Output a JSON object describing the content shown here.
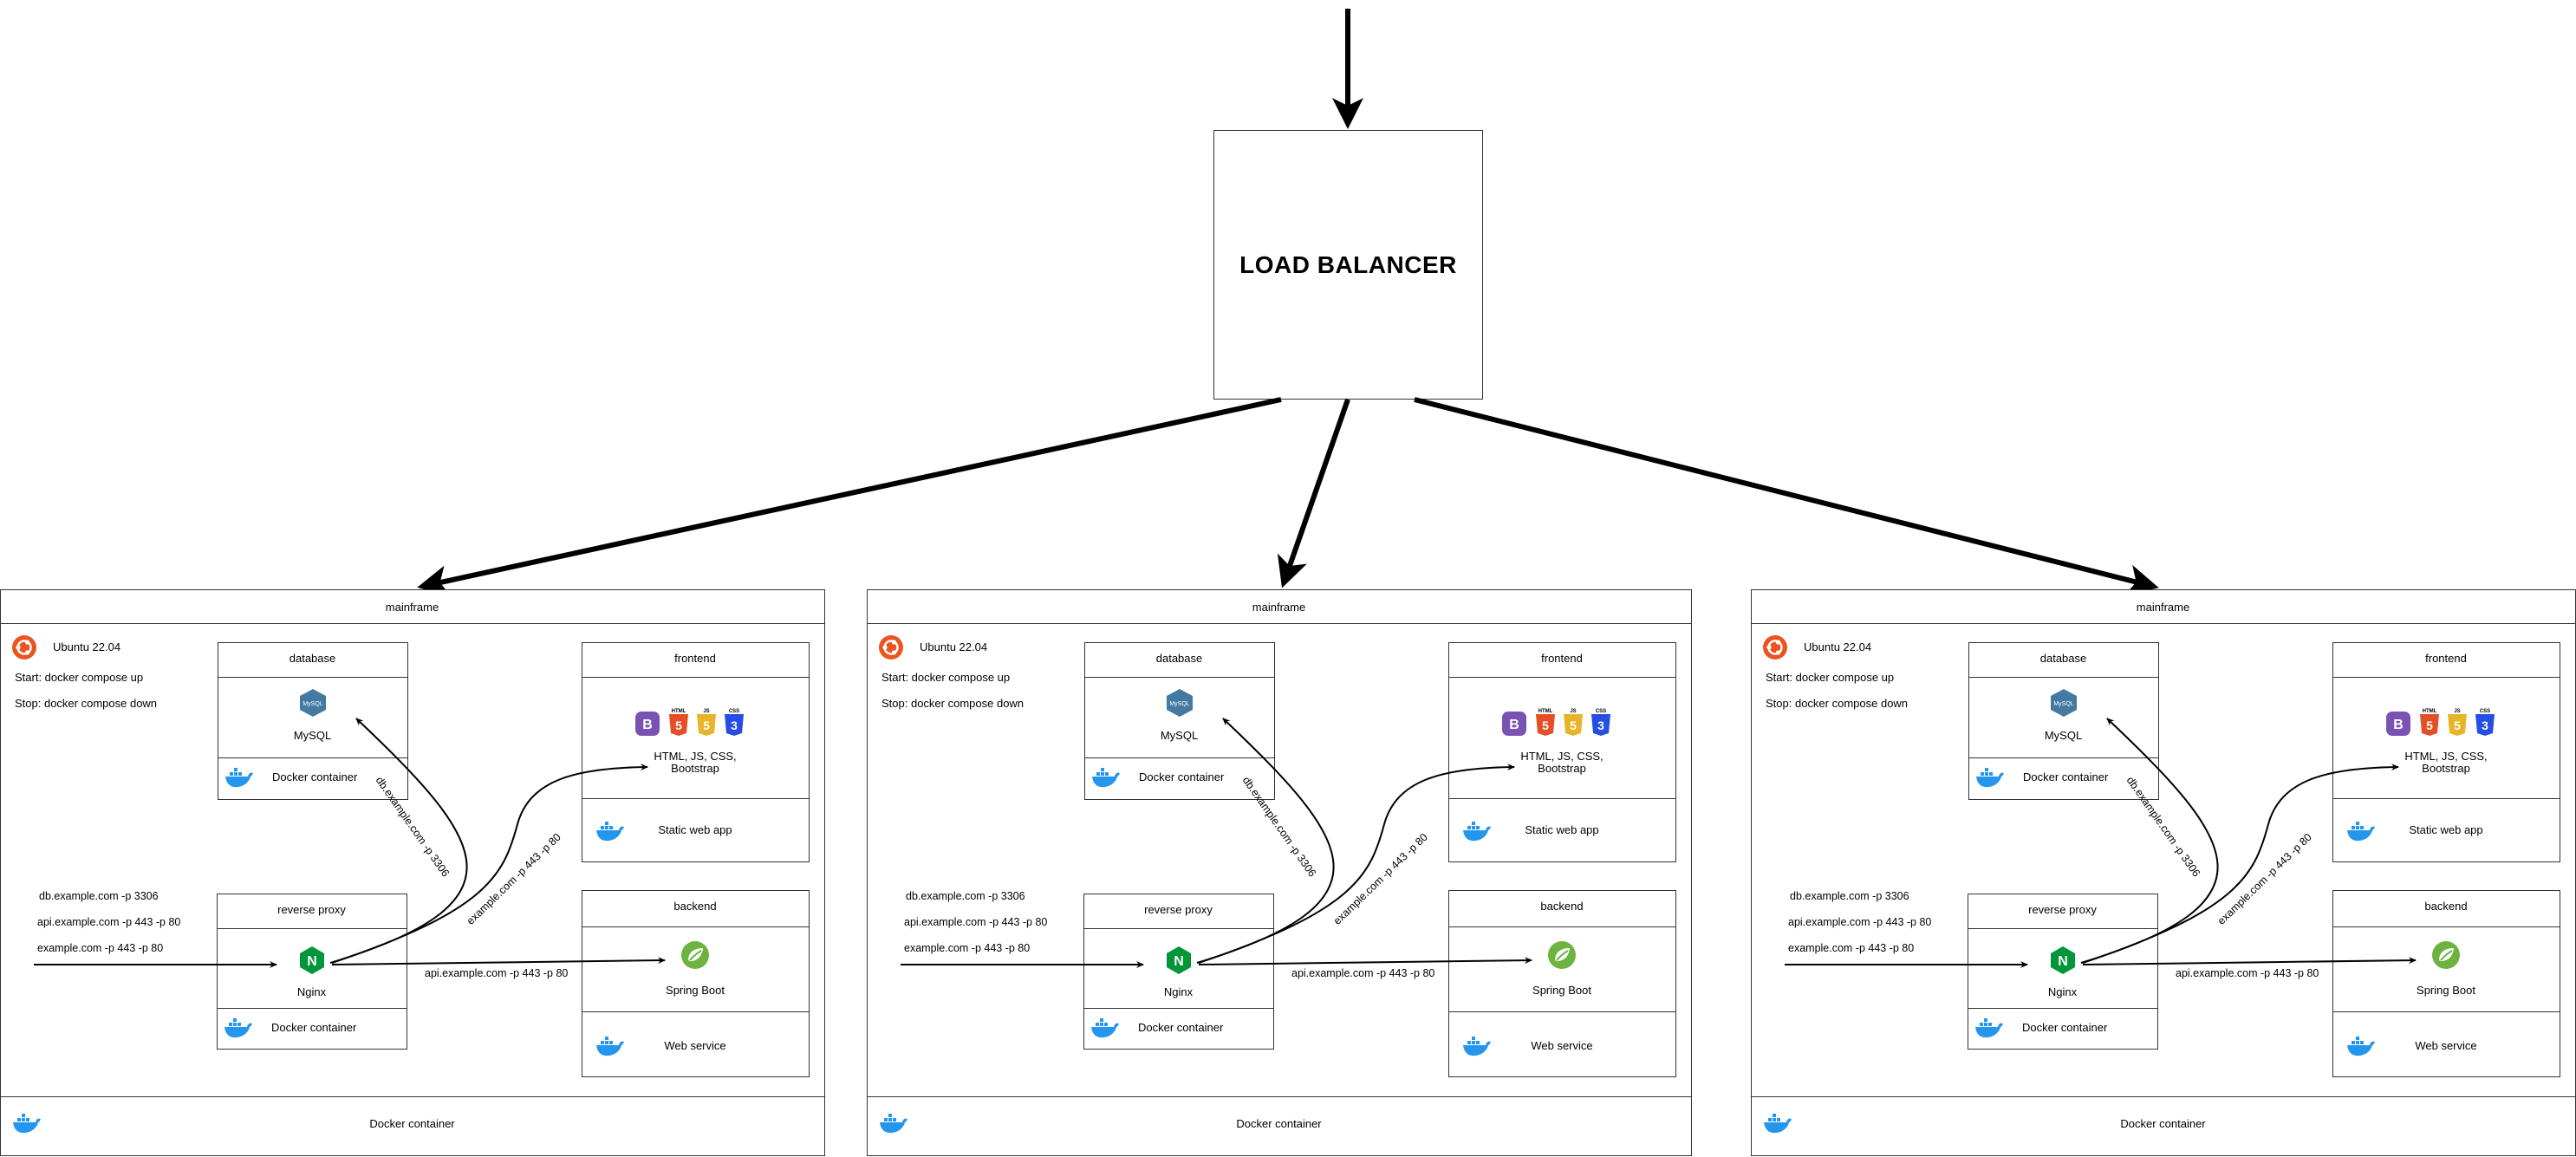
{
  "load_balancer": {
    "label": "LOAD BALANCER"
  },
  "mainframe": {
    "title": "mainframe",
    "os_label": "Ubuntu 22.04",
    "start_cmd": "Start: docker compose up",
    "stop_cmd": "Stop: docker compose down",
    "bottom_label": "Docker container"
  },
  "database": {
    "title": "database",
    "engine": "MySQL",
    "engine_logo": "MySQL",
    "container": "Docker container"
  },
  "frontend": {
    "title": "frontend",
    "tech": "HTML, JS, CSS,\nBootstrap",
    "role": "Static web app",
    "logo_html": "HTML",
    "logo_js": "JS",
    "logo_css": "CSS",
    "logo_bs": "B"
  },
  "reverse_proxy": {
    "title": "reverse proxy",
    "engine": "Nginx",
    "container": "Docker container",
    "logo": "N"
  },
  "backend": {
    "title": "backend",
    "engine": "Spring Boot",
    "role": "Web service"
  },
  "routes": {
    "db": "db.example.com -p 3306",
    "api": "api.example.com -p 443 -p 80",
    "web": "example.com -p 443 -p 80",
    "edge_db": "db.example.com -p 3306",
    "edge_web": "example.com -p 443 -p 80",
    "edge_api": "api.example.com -p 443 -p 80"
  },
  "colors": {
    "docker": "#2496ed",
    "ubuntu": "#e95420",
    "nginx": "#009639",
    "spring": "#6db33f",
    "mysql": "#4479a1",
    "bootstrap": "#7952b3",
    "html5": "#e34f26",
    "js": "#f0db4f",
    "css3": "#264de4"
  }
}
